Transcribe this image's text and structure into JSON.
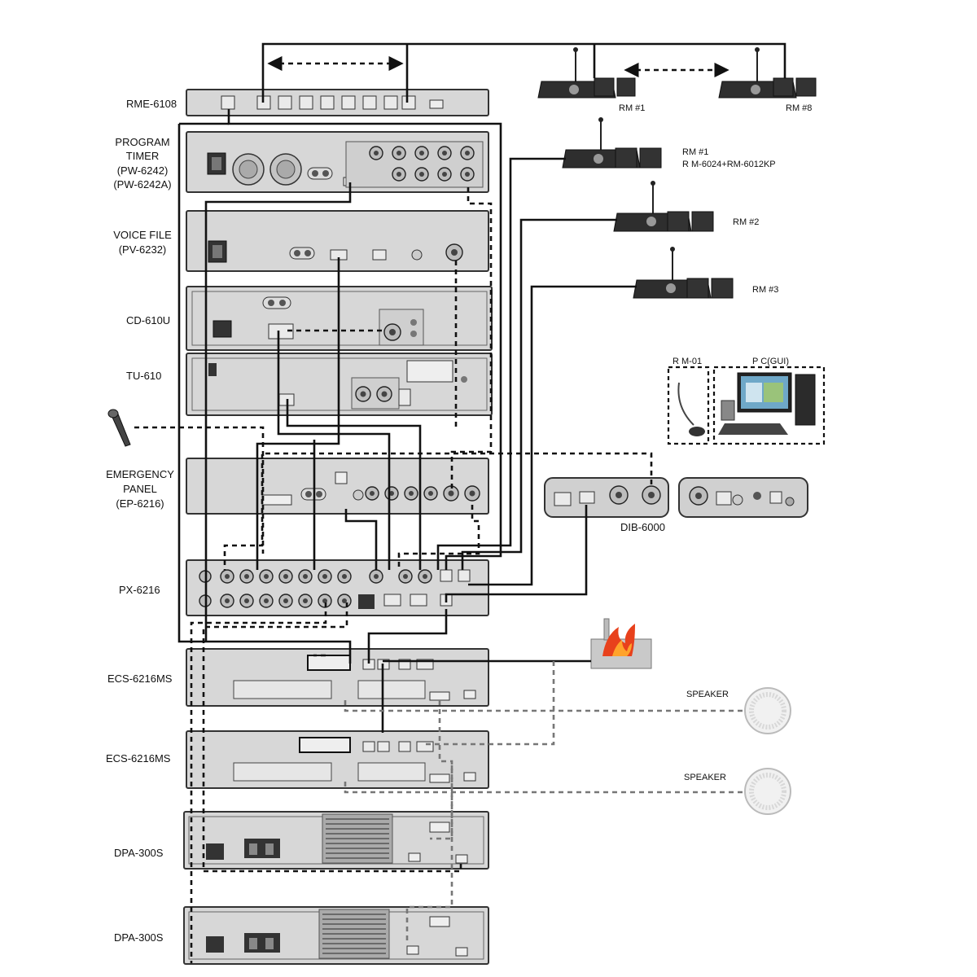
{
  "devices": {
    "rme6108": "RME-6108",
    "program_timer": [
      "PROGRAM",
      "TIMER",
      "(PW-6242)",
      "(PW-6242A)"
    ],
    "voice_file": [
      "VOICE FILE",
      "(PV-6232)"
    ],
    "cd": "CD-610U",
    "tuner": "TU-610",
    "emergency_panel": [
      "EMERGENCY",
      "PANEL",
      "(EP-6216)"
    ],
    "px": "PX-6216",
    "ecs1": "ECS-6216MS",
    "ecs2": "ECS-6216MS",
    "dpa1": "DPA-300S",
    "dpa2": "DPA-300S",
    "dib": "DIB-6000"
  },
  "remotes": {
    "rm1_top": "RM #1",
    "rm8_top": "RM #8",
    "rm1": [
      "RM #1",
      "R M-6024+RM-6012KP"
    ],
    "rm2": "RM #2",
    "rm3": "RM #3",
    "rm01": "R M-01",
    "pc": "P C(GUI)"
  },
  "speakers": {
    "speaker1": "SPEAKER",
    "speaker2": "SPEAKER"
  },
  "colors": {
    "panel": "#d7d7d7",
    "wire": "#111111",
    "speaker_wire": "#777777",
    "fire": "#e8411c"
  }
}
